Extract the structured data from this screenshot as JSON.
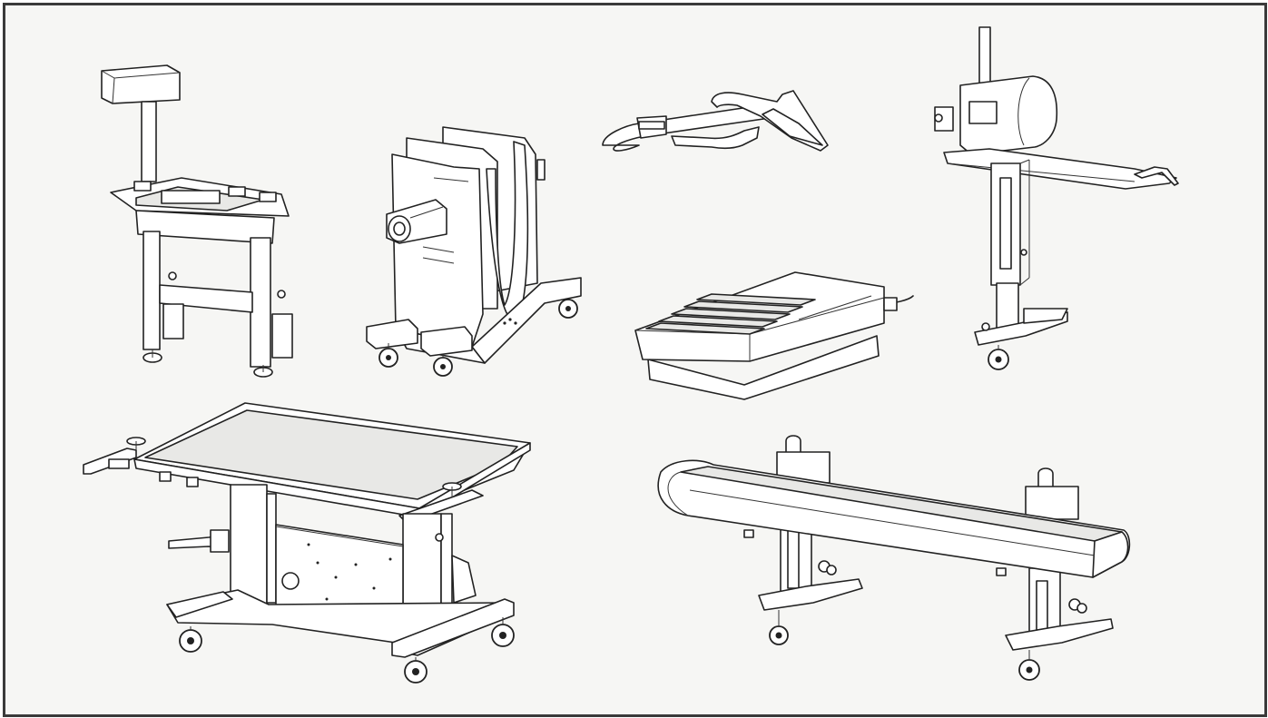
{
  "figure": {
    "background": "#f6f6f4",
    "border_color": "#3a3a3a",
    "line_color": "#222222"
  },
  "equipment": [
    {
      "id": "scale-stand",
      "icon": "weighing-station-stand"
    },
    {
      "id": "cart",
      "icon": "upright-transport-cart"
    },
    {
      "id": "arm",
      "icon": "articulated-support-arm"
    },
    {
      "id": "lift",
      "icon": "mobile-lift-column"
    },
    {
      "id": "pedal",
      "icon": "ribbed-foot-pedal"
    },
    {
      "id": "table",
      "icon": "height-adjustable-work-table"
    },
    {
      "id": "conveyor",
      "icon": "mobile-conveyor-belt"
    }
  ]
}
